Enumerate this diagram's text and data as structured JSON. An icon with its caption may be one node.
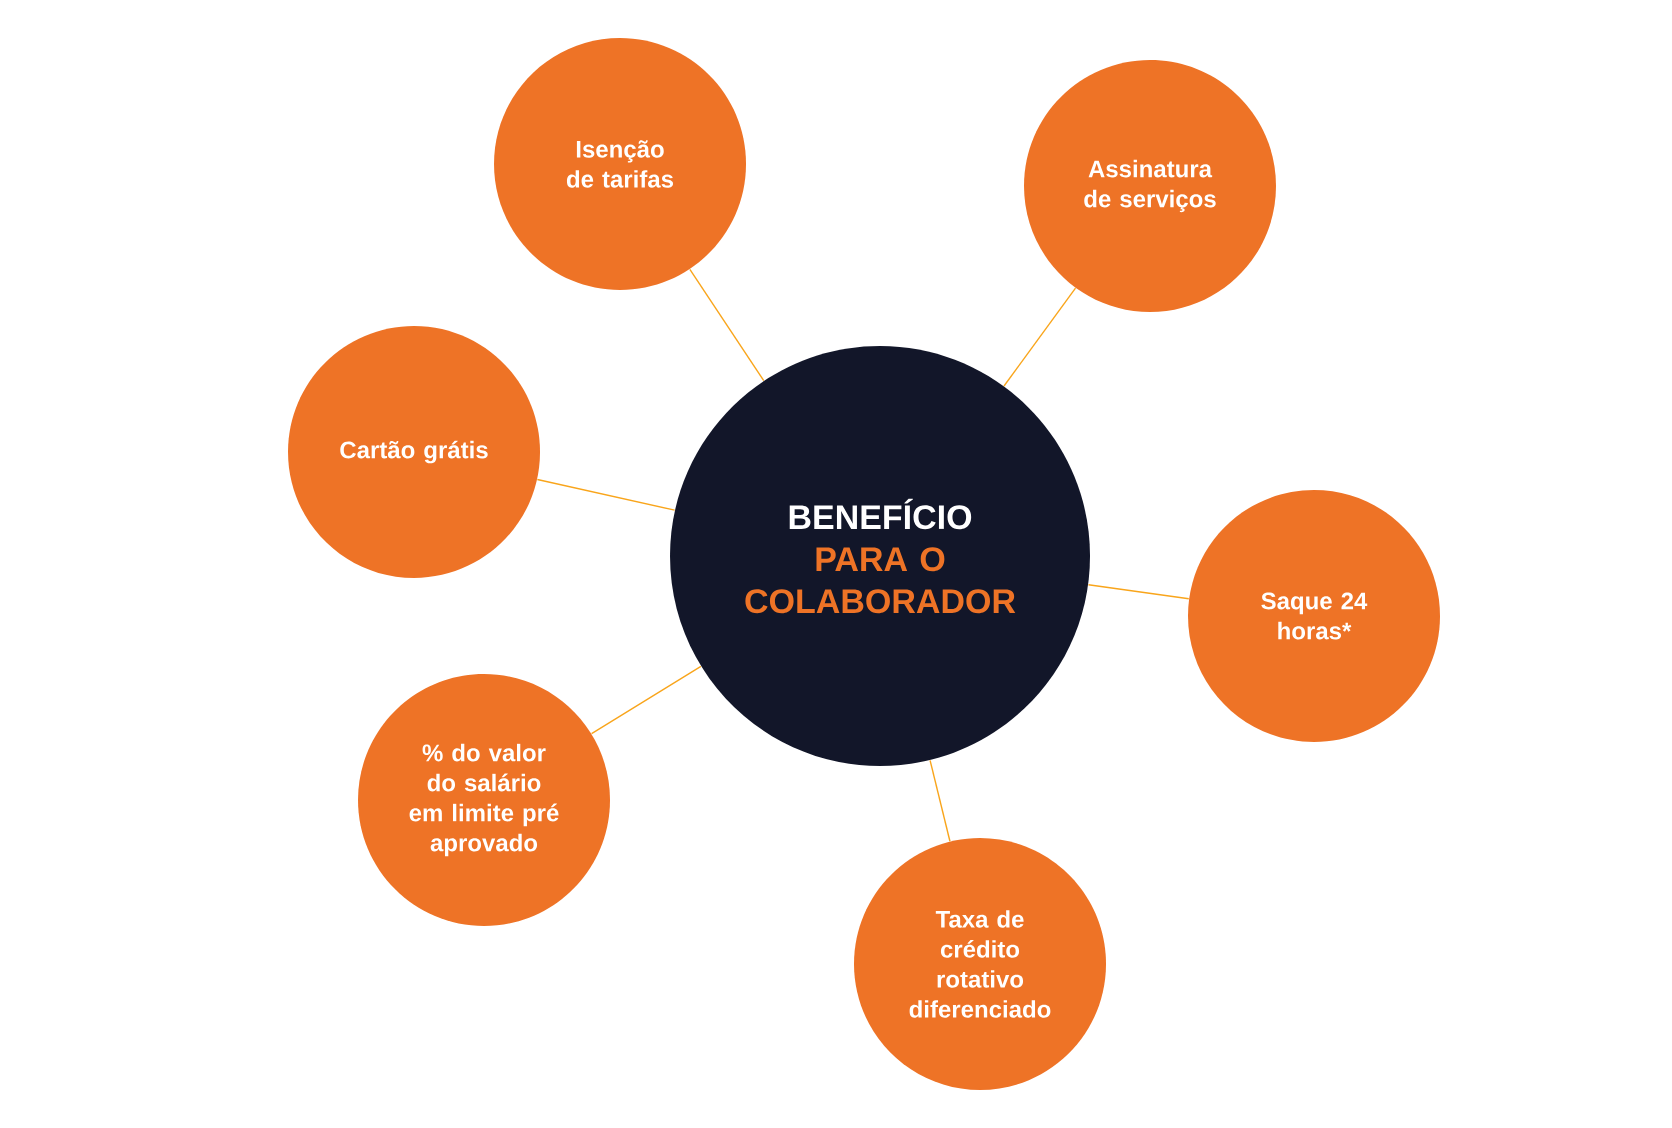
{
  "diagram": {
    "nodes": [
      {
        "text": [
          "BENEFÍCIO",
          "PARA O COLABORADOR"
        ]
      },
      {
        "text": [
          "Isenção de tarifas"
        ]
      },
      {
        "text": [
          "Assinatura de serviços"
        ]
      },
      {
        "text": [
          "Cartão grátis"
        ]
      },
      {
        "text": [
          "Saque 24 horas*"
        ]
      },
      {
        "text": [
          "% do valor do salário em limite pré aprovado"
        ]
      },
      {
        "text": [
          "Taxa de crédito rotativo diferenciado"
        ]
      }
    ],
    "edges": [
      {
        "from": 0,
        "to": 1,
        "arrow": "none"
      },
      {
        "from": 0,
        "to": 2,
        "arrow": "none"
      },
      {
        "from": 0,
        "to": 3,
        "arrow": "none"
      },
      {
        "from": 0,
        "to": 4,
        "arrow": "none"
      },
      {
        "from": 0,
        "to": 5,
        "arrow": "none"
      },
      {
        "from": 0,
        "to": 6,
        "arrow": "none"
      }
    ]
  }
}
